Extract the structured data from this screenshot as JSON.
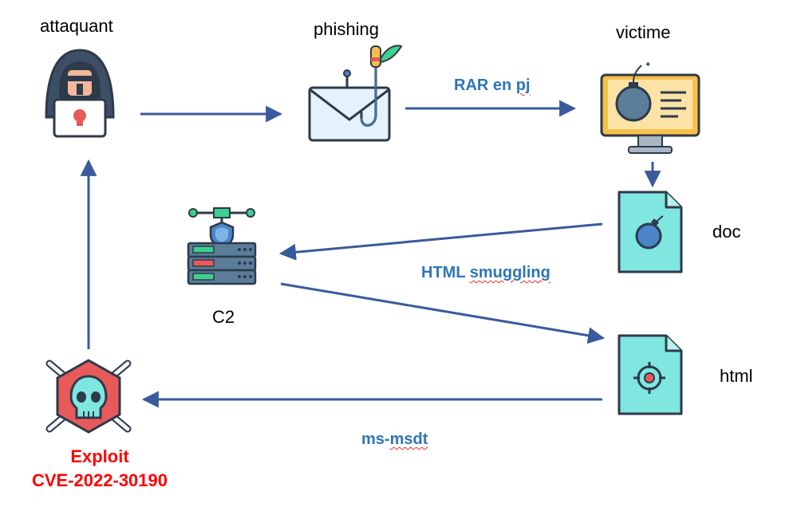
{
  "nodes": {
    "attacker": {
      "label": "attaquant",
      "icon": "hooded-hacker-laptop-icon"
    },
    "phishing": {
      "label": "phishing",
      "icon": "envelope-fishhook-icon"
    },
    "victim": {
      "label": "victime",
      "icon": "monitor-bomb-icon"
    },
    "doc": {
      "label": "doc",
      "icon": "document-bomb-icon"
    },
    "html": {
      "label": "html",
      "icon": "document-target-icon"
    },
    "c2": {
      "label": "C2",
      "icon": "server-shield-icon"
    },
    "exploit": {
      "label_line1": "Exploit",
      "label_line2": "CVE-2022-30190",
      "icon": "skull-crossbones-icon"
    }
  },
  "edges": {
    "rar": {
      "label": "RAR en ",
      "label_tail": "pj"
    },
    "smuggling": {
      "label": "HTML ",
      "label_tail": "smuggling"
    },
    "msmsdt": {
      "label": "ms-",
      "label_tail": "msdt"
    }
  },
  "colors": {
    "arrow": "#3a5a9c",
    "edge_label": "#2e75b6",
    "exploit_label": "#ff0000",
    "outline": "#2d3a4a",
    "doc_fill": "#7fe6e0",
    "hood": "#3d4f66",
    "monitor_frame": "#f7c04a",
    "bomb": "#5a7d9a",
    "server": "#5a7d9a",
    "shield": "#4a86c8",
    "skull_hex": "#e85a5a",
    "skull": "#7fe6e0",
    "red_accent": "#e85a5a",
    "green_accent": "#3fcf8e"
  }
}
